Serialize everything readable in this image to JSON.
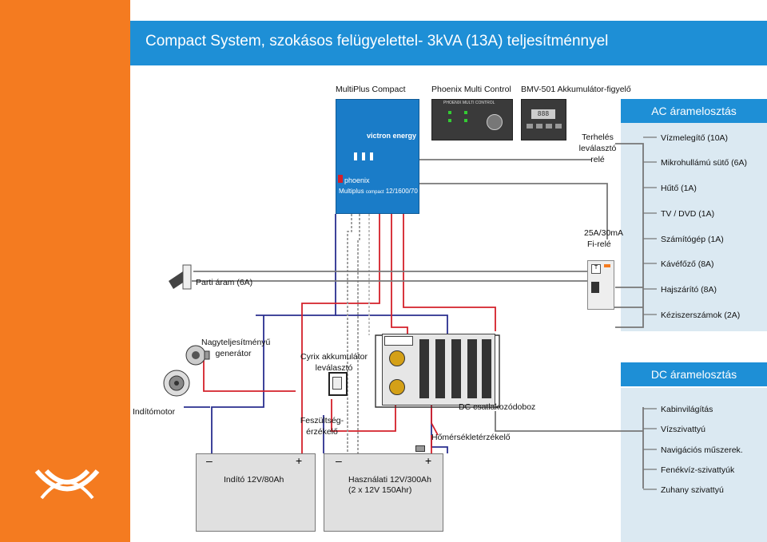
{
  "title": "Compact System, szokásos felügyelettel- 3kVA (13A) teljesítménnyel",
  "devices": {
    "multiplus": "MultiPlus Compact",
    "phoenix_control": "Phoenix Multi Control",
    "bmv": "BMV-501 Akkumulátor-figyelő"
  },
  "inverter": {
    "brand": "victron energy",
    "name": "phoenix",
    "model_prefix": "Multiplus",
    "model_small": "compact",
    "model_number": "12/1600/70"
  },
  "phoenix_panel_label": "PHOENIX MULTI CONTROL",
  "bmv_display": "888",
  "ac": {
    "heading": "AC áramelosztás",
    "load_relay": "Terhelés leválasztó relé",
    "fi_rating": "25A/30mA",
    "fi_relay": "Fi-relé",
    "items": [
      "Vízmelegítő (10A)",
      "Mikrohullámú sütő (6A)",
      "Hűtő (1A)",
      "TV / DVD (1A)",
      "Számítógép (1A)",
      "Kávéfőző (8A)",
      "Hajszárító (8A)",
      "Kéziszerszámok (2A)"
    ]
  },
  "shore_power": "Parti áram (6A)",
  "generator": "Nagyteljesítményű generátor",
  "cyrix": "Cyrix akkumulátor leválasztó",
  "starter_motor": "Indítómotor",
  "voltage_sensor": "Feszültség-érzékelő",
  "dc_junction": "DC csatlakozódoboz",
  "temp_sensor": "Hőmérsékletérzékelő",
  "dc": {
    "heading": "DC áramelosztás",
    "items": [
      "Kabinvilágítás",
      "Vízszivattyú",
      "Navigációs műszerek.",
      "Fenékvíz-szivattyúk",
      "Zuhany szivattyú"
    ]
  },
  "battery_start": {
    "label": "Indító 12V/80Ah",
    "minus": "–",
    "plus": "+"
  },
  "battery_house": {
    "label_line1": "Használati 12V/300Ah",
    "label_line2": "(2 x 12V 150Ahr)",
    "minus": "–",
    "plus": "+"
  },
  "colors": {
    "orange": "#f47b20",
    "blue": "#1e8fd6",
    "panel": "#dbe9f2",
    "wire_red": "#d4202a",
    "wire_blue": "#2a2f8f"
  }
}
